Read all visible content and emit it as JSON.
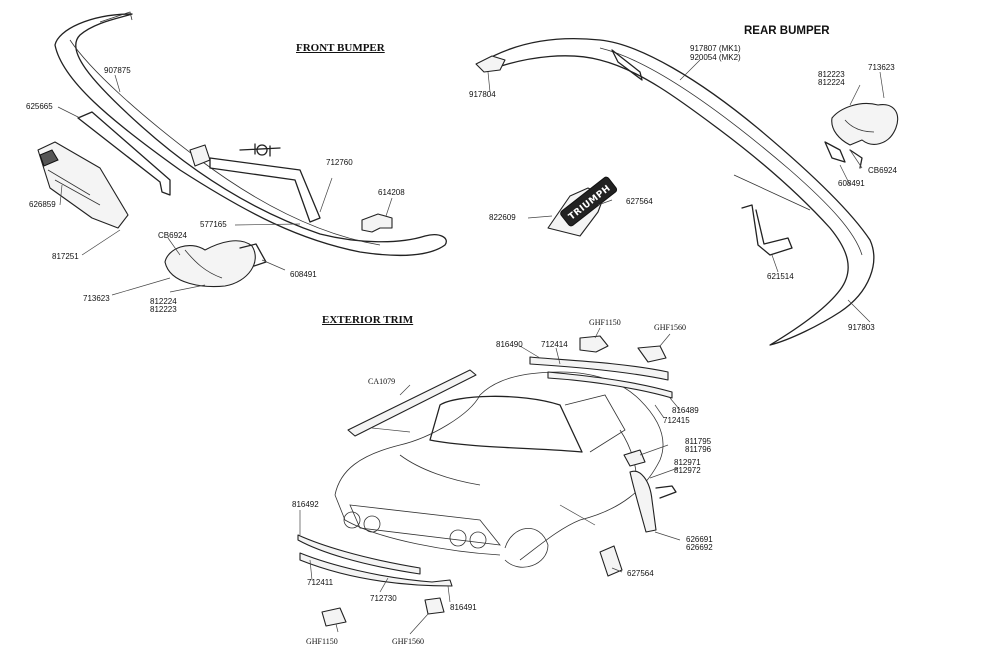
{
  "sections": {
    "front_bumper": "FRONT BUMPER",
    "rear_bumper": "REAR BUMPER",
    "exterior_trim": "EXTERIOR TRIM"
  },
  "badge_text": "TRIUMPH",
  "front_labels": {
    "bumper_blade": "907875",
    "over_rider_bracket": "625665",
    "corner_trim": "626859",
    "support": "817251",
    "stay_bolt": "712760",
    "bracket": "614208",
    "spacer": "577165",
    "clip": "CB6924",
    "over_rider": "713623",
    "rubber_lh": "812224",
    "rubber_rh": "812223",
    "nut": "608491"
  },
  "rear_labels": {
    "mk1": "917807 (MK1)",
    "mk2": "920054 (MK2)",
    "end_cap": "917804",
    "rubber_rh": "812223",
    "rubber_lh": "812224",
    "over_rider": "713623",
    "clip": "CB6924",
    "nut": "608491",
    "badge_base": "822609",
    "badge": "627564",
    "bracket": "621514",
    "bumper_blade": "917803"
  },
  "trim_labels": {
    "clip_top": "GHF1150",
    "clip_top2": "GHF1560",
    "moulding_upper": "816490",
    "moulding_upper2": "712414",
    "windscreen": "CA1079",
    "sill_rear": "816489",
    "sill_rear2": "712415",
    "pillar_a": "811795",
    "pillar_b": "811796",
    "pillar_c": "812971",
    "pillar_d": "812972",
    "finisher_a": "626691",
    "finisher_b": "626692",
    "front_moulding": "816492",
    "lower_a": "712411",
    "lower_b": "712730",
    "lower_c": "816491",
    "side_badge": "627564",
    "clip_bottom": "GHF1150",
    "clip_bottom2": "GHF1560"
  }
}
